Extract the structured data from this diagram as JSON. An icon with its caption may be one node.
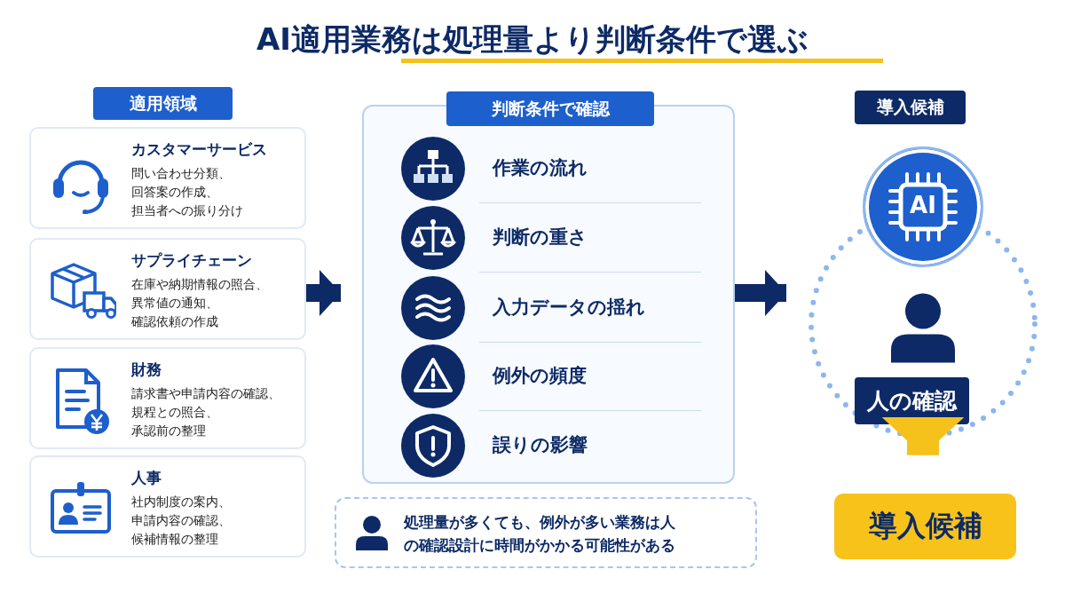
{
  "diagram": {
    "title": "AI適用業務は処理量より判断条件で選ぶ",
    "nodes": [
      {
        "text": [
          "適用領域"
        ]
      },
      {
        "text": [
          "カスタマーサービス",
          "問い合わせ分類、回答案の作成、担当者への振り分け"
        ]
      },
      {
        "text": [
          "サプライチェーン",
          "在庫や納期情報の照合、異常値の通知、確認依頼の作成"
        ]
      },
      {
        "text": [
          "財務",
          "請求書や申請内容の確認、規程との照合、承認前の整理"
        ]
      },
      {
        "text": [
          "人事",
          "社内制度の案内、申請内容の確認、候補情報の整理"
        ]
      },
      {
        "text": [
          "判断条件で確認",
          "作業の流れ",
          "判断の重さ",
          "入力データの揺れ",
          "例外の頻度",
          "誤りの影響"
        ]
      },
      {
        "text": [
          "処理量が多くても、例外が多い業務は人の確認設計に時間がかかる可能性がある"
        ]
      },
      {
        "text": [
          "導入候補"
        ]
      },
      {
        "text": [],
        "shape": "circle"
      },
      {
        "text": [
          "AI"
        ]
      },
      {
        "text": [
          "人の確認"
        ],
        "in": 8
      },
      {
        "text": [
          "導入候補"
        ]
      }
    ],
    "edges": [
      {
        "from": 2,
        "to": 5,
        "arrow": "to"
      },
      {
        "from": 5,
        "to": 8,
        "arrow": "to"
      },
      {
        "from": 8,
        "to": 11,
        "arrow": "to",
        "style": "thick",
        "color": "#f5c21b"
      }
    ]
  }
}
